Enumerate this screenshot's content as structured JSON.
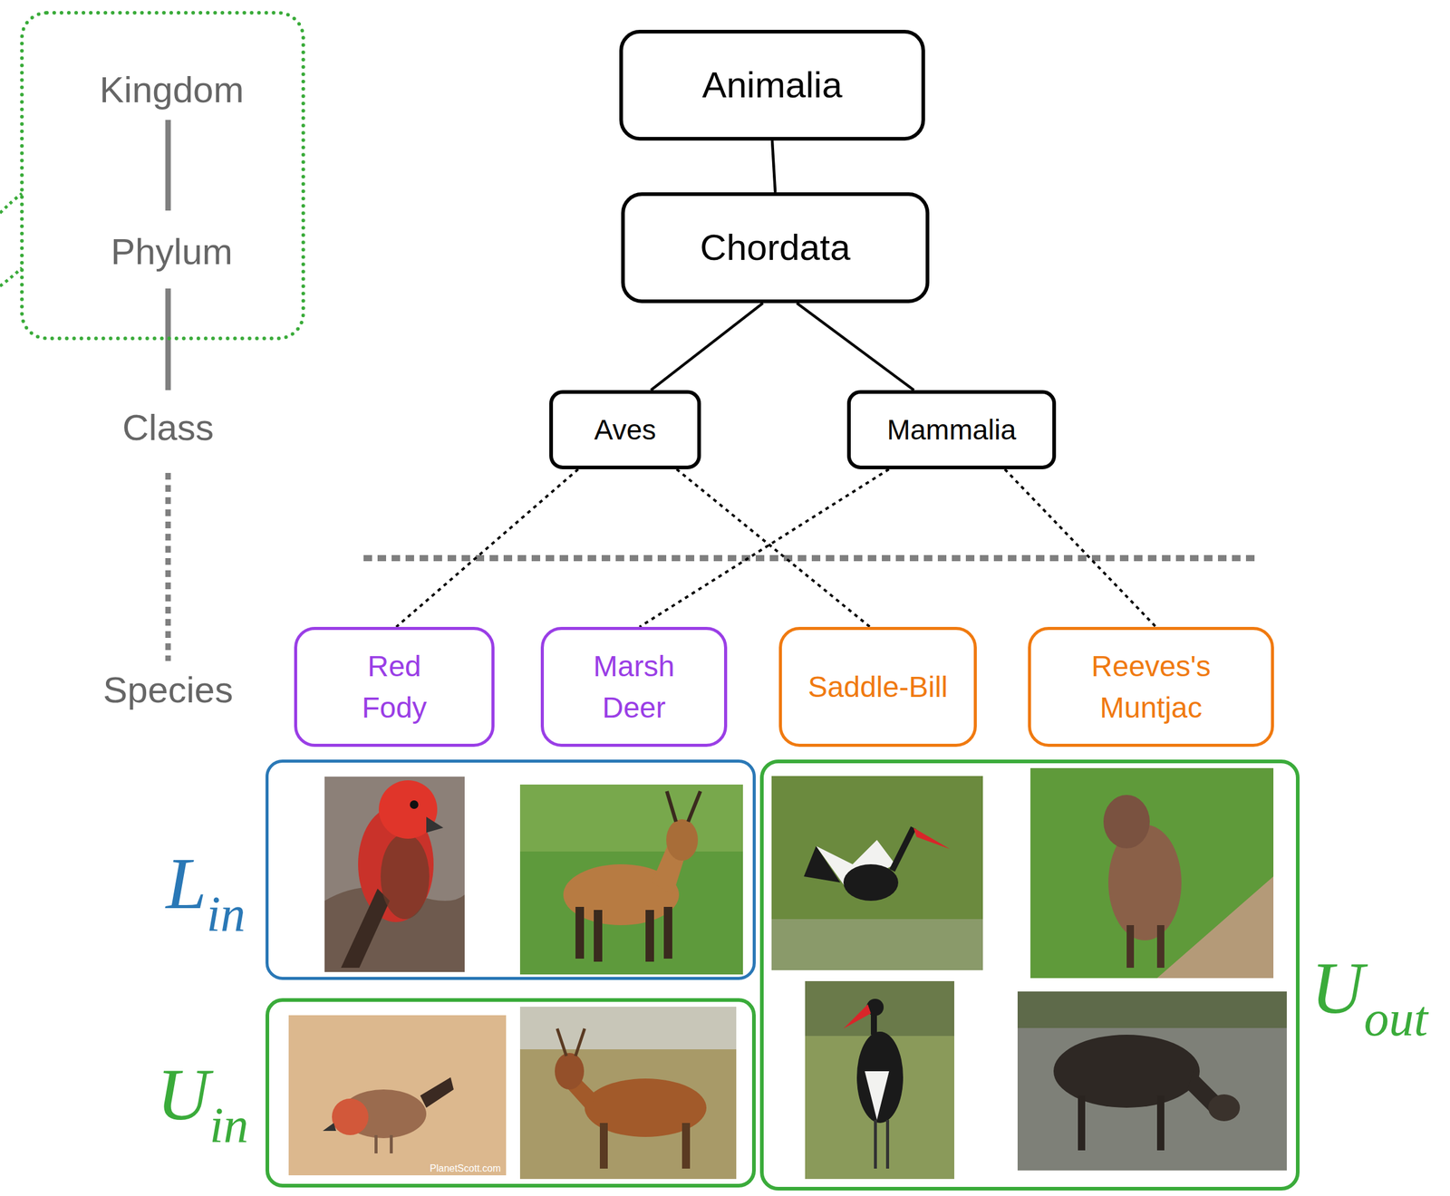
{
  "diagram": {
    "nodes": [
      {
        "text": [
          "Kingdom",
          "Phylum"
        ]
      },
      {
        "text": [
          "Animalia"
        ]
      },
      {
        "text": [
          "Chordata"
        ]
      },
      {
        "text": [
          "Aves"
        ]
      },
      {
        "text": [
          "Mammalia"
        ]
      },
      {
        "text": [
          "Red Fody"
        ]
      },
      {
        "text": [
          "Marsh Deer"
        ]
      },
      {
        "text": [
          "Saddle-Bill"
        ]
      },
      {
        "text": [
          "Reeves's Muntjac"
        ]
      },
      {
        "text": [
          "L",
          "in"
        ]
      },
      {
        "text": [
          "U",
          "in"
        ]
      },
      {
        "text": [
          "U",
          "out"
        ]
      }
    ],
    "edges": [
      {
        "from": 1,
        "to": 2,
        "arrow": "none"
      },
      {
        "from": 2,
        "to": 3,
        "arrow": "none"
      },
      {
        "from": 2,
        "to": 4,
        "arrow": "none"
      },
      {
        "from": 3,
        "to": 5,
        "arrow": "none"
      },
      {
        "from": 3,
        "to": 7,
        "arrow": "none"
      },
      {
        "from": 4,
        "to": 6,
        "arrow": "none"
      },
      {
        "from": 4,
        "to": 8,
        "arrow": "none"
      }
    ],
    "labels": [
      "Class",
      "Species",
      "PlanetScott.com"
    ]
  }
}
